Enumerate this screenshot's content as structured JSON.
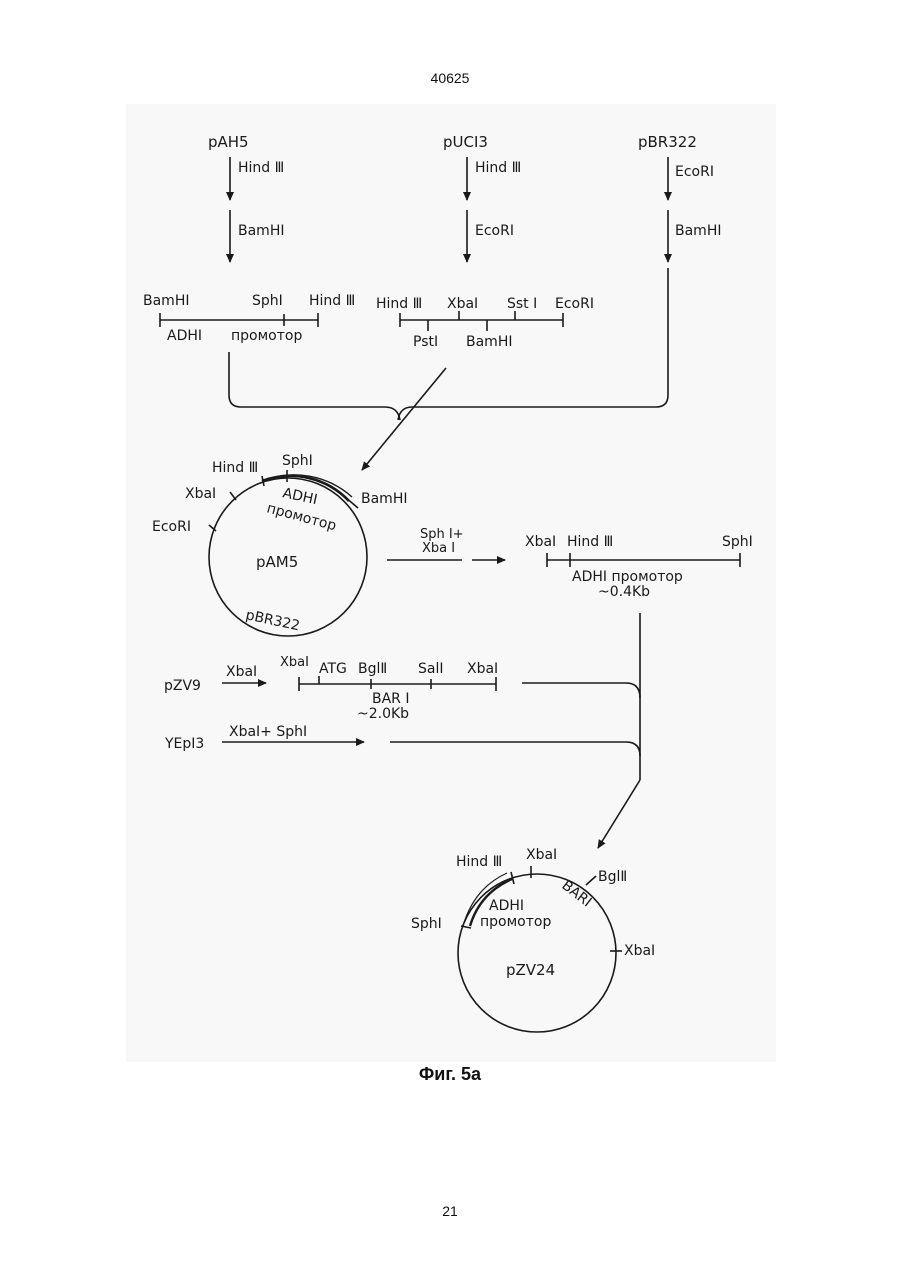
{
  "page": {
    "header_number": "40625",
    "footer_page": "21"
  },
  "figure": {
    "caption": "Фиг. 5а",
    "sources": {
      "pah5": {
        "name": "pAH5",
        "enzyme1": "Hind Ⅲ",
        "enzyme2": "BamHI"
      },
      "puc13": {
        "name": "pUCI3",
        "enzyme1": "Hind Ⅲ",
        "enzyme2": "EcoRI"
      },
      "pbr322": {
        "name": "pBR322",
        "enzyme1": "EcoRI",
        "enzyme2": "BamHI"
      }
    },
    "fragment_adh": {
      "site_left": "BamHI",
      "site_mid": "SphI",
      "site_right": "Hind Ⅲ",
      "label_adh": "ADHI",
      "label_promoter": "промотор"
    },
    "fragment_puc": {
      "top_sites": [
        "Hind Ⅲ",
        "XbaI",
        "Sst I",
        "EcoRI"
      ],
      "bottom_sites": [
        "PstI",
        "BamHI"
      ]
    },
    "plasmid_pam5": {
      "name": "pAM5",
      "backbone": "pBR322",
      "sites": [
        "Hind Ⅲ",
        "SphI",
        "XbaI",
        "EcoRI",
        "BamHI"
      ],
      "insert_line1": "ADHI",
      "insert_line2": "промотор"
    },
    "digest_step": {
      "line1": "Sph I+",
      "line2": "Xba I"
    },
    "adh_fragment2": {
      "site_left": "XbaI",
      "site_mid": "Hind Ⅲ",
      "site_right": "SphI",
      "label": "ADHI промотор",
      "size": "~0.4Kb"
    },
    "pzv9": {
      "name": "pZV9",
      "enzyme": "XbaI",
      "sites": [
        "XbaI",
        "ATG",
        "BglⅡ",
        "SalI",
        "XbaI"
      ],
      "gene": "BAR I",
      "size": "~2.0Kb"
    },
    "yep13": {
      "name": "YEpI3",
      "enzyme": "XbaI+ SphI"
    },
    "plasmid_pzv24": {
      "name": "pZV24",
      "sites": [
        "Hind Ⅲ",
        "XbaI",
        "BglⅡ",
        "SphI",
        "XbaI"
      ],
      "insert_line1": "ADHI",
      "insert_line2": "промотор",
      "gene": "BARI"
    }
  }
}
